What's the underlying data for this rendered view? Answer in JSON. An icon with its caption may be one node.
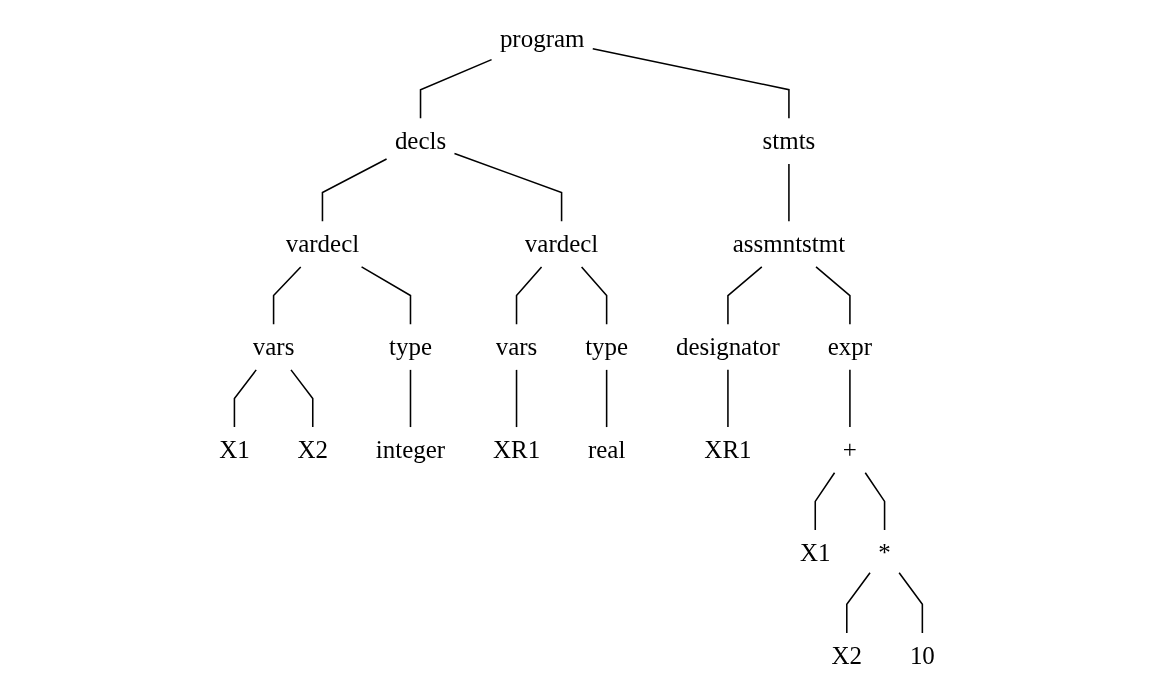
{
  "diagram": {
    "nodes": [
      {
        "text": [
          "program"
        ]
      },
      {
        "text": [
          "decls"
        ]
      },
      {
        "text": [
          "stmts"
        ]
      },
      {
        "text": [
          "vardecl"
        ]
      },
      {
        "text": [
          "vardecl"
        ]
      },
      {
        "text": [
          "assmntstmt"
        ]
      },
      {
        "text": [
          "vars"
        ]
      },
      {
        "text": [
          "type"
        ]
      },
      {
        "text": [
          "vars"
        ]
      },
      {
        "text": [
          "type"
        ]
      },
      {
        "text": [
          "designator"
        ]
      },
      {
        "text": [
          "expr"
        ]
      },
      {
        "text": [
          "X1"
        ]
      },
      {
        "text": [
          "X2"
        ]
      },
      {
        "text": [
          "integer"
        ]
      },
      {
        "text": [
          "XR1"
        ]
      },
      {
        "text": [
          "real"
        ]
      },
      {
        "text": [
          "XR1"
        ]
      },
      {
        "text": [
          "+"
        ]
      },
      {
        "text": [
          "X1"
        ]
      },
      {
        "text": [
          "*"
        ]
      },
      {
        "text": [
          "X2"
        ]
      },
      {
        "text": [
          "10"
        ]
      }
    ],
    "edges": [
      {
        "from": 0,
        "to": 1,
        "arrow": "none"
      },
      {
        "from": 0,
        "to": 2,
        "arrow": "none"
      },
      {
        "from": 1,
        "to": 3,
        "arrow": "none"
      },
      {
        "from": 1,
        "to": 4,
        "arrow": "none"
      },
      {
        "from": 2,
        "to": 5,
        "arrow": "none"
      },
      {
        "from": 3,
        "to": 6,
        "arrow": "none"
      },
      {
        "from": 3,
        "to": 7,
        "arrow": "none"
      },
      {
        "from": 4,
        "to": 8,
        "arrow": "none"
      },
      {
        "from": 4,
        "to": 9,
        "arrow": "none"
      },
      {
        "from": 5,
        "to": 10,
        "arrow": "none"
      },
      {
        "from": 5,
        "to": 11,
        "arrow": "none"
      },
      {
        "from": 6,
        "to": 12,
        "arrow": "none"
      },
      {
        "from": 6,
        "to": 13,
        "arrow": "none"
      },
      {
        "from": 7,
        "to": 14,
        "arrow": "none"
      },
      {
        "from": 8,
        "to": 15,
        "arrow": "none"
      },
      {
        "from": 9,
        "to": 16,
        "arrow": "none"
      },
      {
        "from": 10,
        "to": 17,
        "arrow": "none"
      },
      {
        "from": 11,
        "to": 18,
        "arrow": "none"
      },
      {
        "from": 18,
        "to": 19,
        "arrow": "none"
      },
      {
        "from": 18,
        "to": 20,
        "arrow": "none"
      },
      {
        "from": 20,
        "to": 21,
        "arrow": "none"
      },
      {
        "from": 20,
        "to": 22,
        "arrow": "none"
      }
    ]
  }
}
